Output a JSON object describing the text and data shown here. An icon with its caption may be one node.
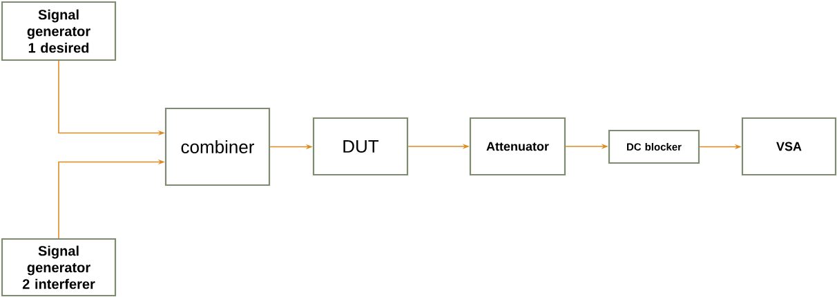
{
  "diagram": {
    "nodes": [
      {
        "text": [
          "Signal generator 1 desired"
        ]
      },
      {
        "text": [
          "Signal generator 2 interferer"
        ]
      },
      {
        "text": [
          "combiner"
        ]
      },
      {
        "text": [
          "DUT"
        ]
      },
      {
        "text": [
          "Attenuator"
        ]
      },
      {
        "text": [
          "DC blocker"
        ]
      },
      {
        "text": [
          "VSA"
        ]
      }
    ],
    "edges": [
      {
        "from": 0,
        "to": 2,
        "arrow": "to"
      },
      {
        "from": 1,
        "to": 2,
        "arrow": "to"
      },
      {
        "from": 2,
        "to": 3,
        "arrow": "to"
      },
      {
        "from": 3,
        "to": 4,
        "arrow": "to"
      },
      {
        "from": 4,
        "to": 5,
        "arrow": "to"
      },
      {
        "from": 5,
        "to": 6,
        "arrow": "to"
      }
    ]
  }
}
